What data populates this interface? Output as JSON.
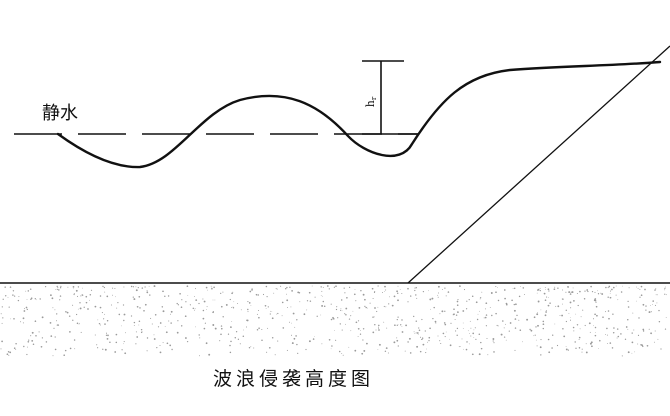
{
  "labels": {
    "still_water": "静水",
    "height_symbol": "h",
    "height_subscript": "r",
    "caption": "波浪侵袭高度图"
  },
  "colors": {
    "line": "#111111",
    "background": "#ffffff",
    "sand_dots": "#9a9a9a"
  }
}
